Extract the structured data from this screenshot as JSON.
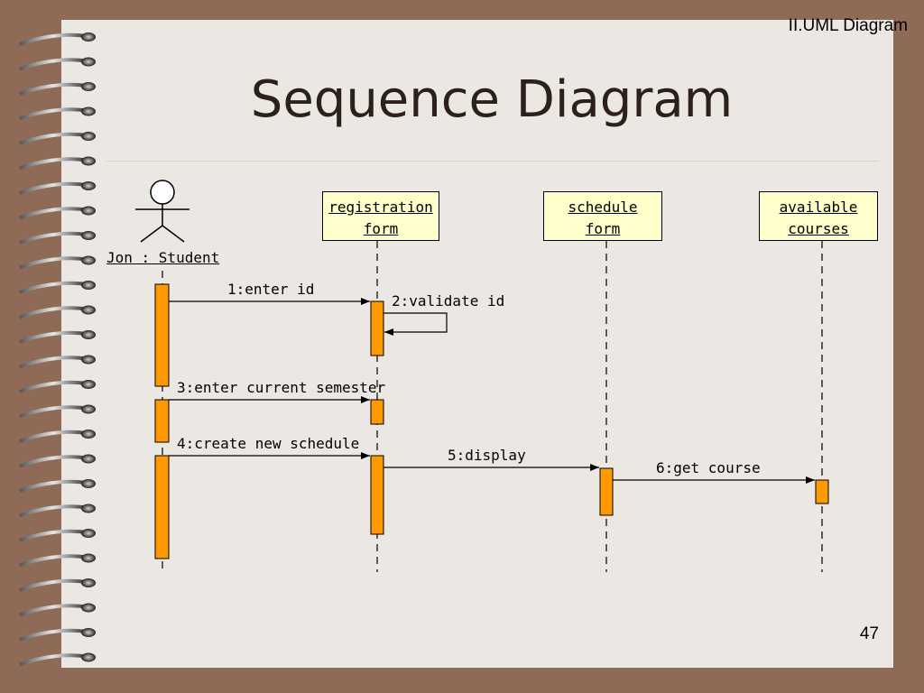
{
  "header": {
    "section_label": "II.UML Diagram"
  },
  "slide": {
    "title": "Sequence Diagram",
    "page_number": "47"
  },
  "diagram": {
    "actor": {
      "label": "Jon : Student"
    },
    "objects": [
      {
        "line1": "registration",
        "line2": "form"
      },
      {
        "line1": "schedule",
        "line2": "form"
      },
      {
        "line1": "available",
        "line2": "courses"
      }
    ],
    "messages": [
      "1:enter id",
      "2:validate id",
      "3:enter current semester",
      "4:create new schedule",
      "5:display",
      "6:get course"
    ]
  },
  "colors": {
    "frame": "#8f6a56",
    "page": "#ebe7e3",
    "object_fill": "#ffffcc",
    "activation_fill": "#ff9900"
  }
}
